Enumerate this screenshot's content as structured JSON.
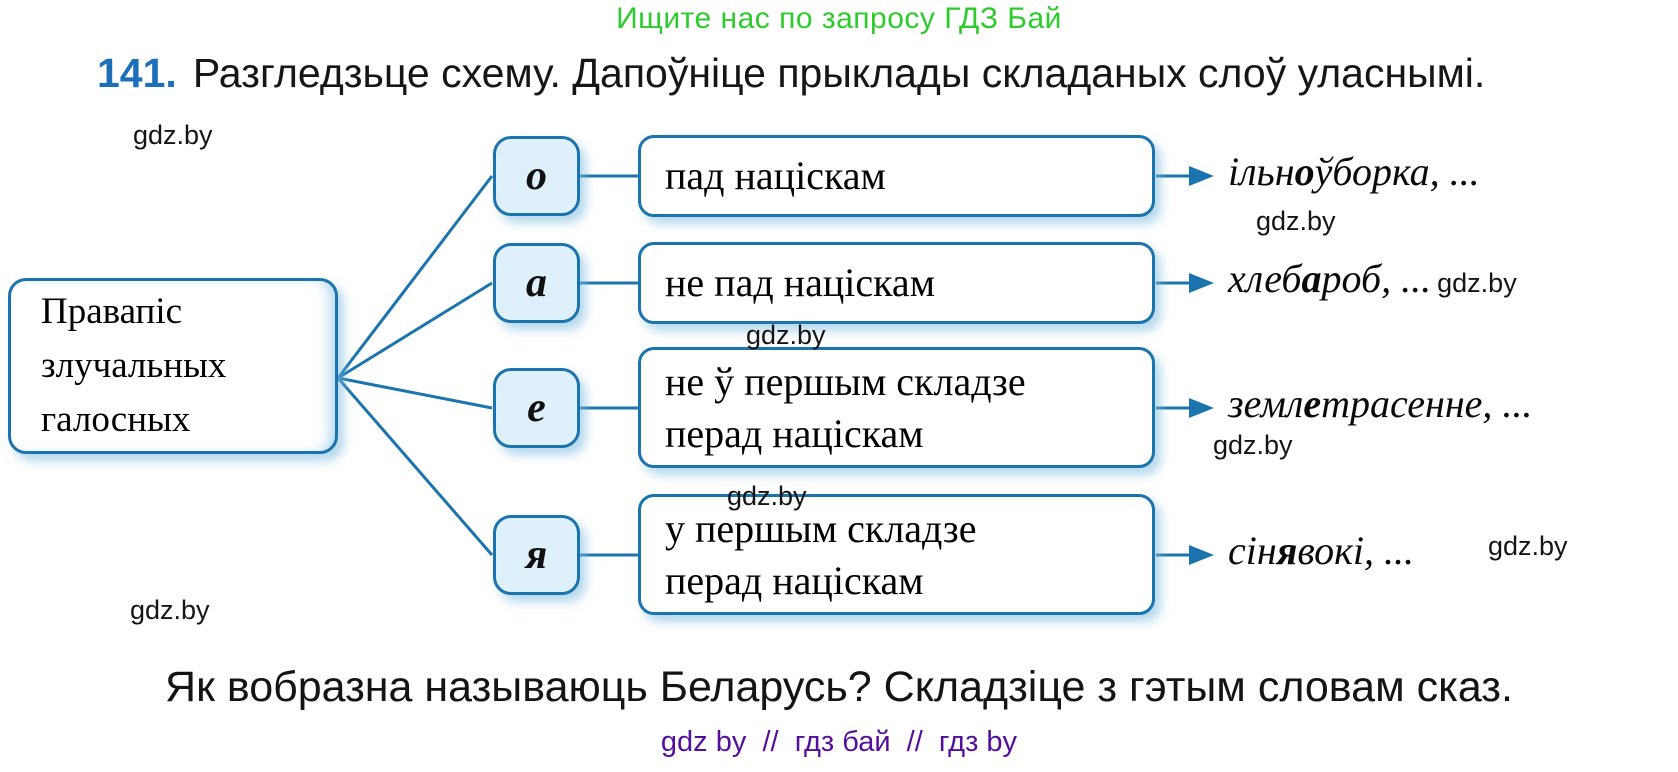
{
  "page": {
    "top_banner": "Ищите нас по запросу ГДЗ Бай",
    "exercise_number": "141.",
    "instruction": "Разгледзьце схему. Дапоўніце прыклады складаных слоў уласнымі.",
    "question": "Як вобразна называюць Беларусь? Складзіце з гэтым словам сказ.",
    "footer": "gdz by  //  гдз бай  //  гдз by"
  },
  "watermark_label": "gdz.by",
  "diagram": {
    "root_label": "Правапіс злучальных галосных",
    "rows": [
      {
        "vowel": "о",
        "rule_lines": [
          "пад націскам"
        ],
        "example_pre": "ільн",
        "example_vowel": "о",
        "example_post": "ўборка, ..."
      },
      {
        "vowel": "а",
        "rule_lines": [
          "не пад націскам"
        ],
        "example_pre": "хлеб",
        "example_vowel": "а",
        "example_post": "роб, ..."
      },
      {
        "vowel": "е",
        "rule_lines": [
          "не ў першым складзе",
          "перад націскам"
        ],
        "example_pre": "земл",
        "example_vowel": "е",
        "example_post": "трасенне, ..."
      },
      {
        "vowel": "я",
        "rule_lines": [
          "у першым складзе",
          "перад націскам"
        ],
        "example_pre": "сін",
        "example_vowel": "я",
        "example_post": "вокі, ..."
      }
    ]
  },
  "colors": {
    "banner_green": "#2ecb2e",
    "exercise_blue": "#1e6fba",
    "diagram_blue": "#1b74ae",
    "vowel_box_fill": "#def0fa",
    "footer_purple": "#530f9b"
  }
}
